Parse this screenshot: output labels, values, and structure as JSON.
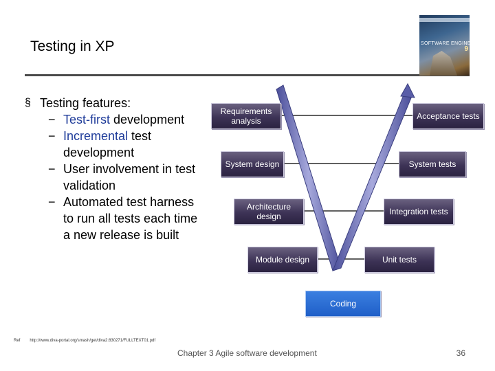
{
  "slide": {
    "title": "Testing in XP",
    "bullet_main": "Testing features:",
    "sub_bullets": {
      "b1_hl": "Test-first",
      "b1_rest": " development",
      "b2_hl": "Incremental",
      "b2_rest": " test development",
      "b3": "User involvement in test validation",
      "b4": "Automated test harness to run all tests each time a new release is built"
    },
    "colors": {
      "highlight": "#1f3c9a",
      "box_dark": "#3d3356",
      "coding_blue": "#1f5fc8",
      "title_rule": "#4a4a4a"
    }
  },
  "book_cover": {
    "title": "SOFTWARE ENGINEERING",
    "edition": "9"
  },
  "v_model": {
    "left": [
      "Requirements analysis",
      "System design",
      "Architecture design",
      "Module design"
    ],
    "right": [
      "Acceptance tests",
      "System tests",
      "Integration tests",
      "Unit tests"
    ],
    "bottom": "Coding"
  },
  "footer": {
    "ref_label": "Ref",
    "ref_url": "http://www.diva-portal.org/smash/get/diva2:830271/FULLTEXT01.pdf",
    "chapter": "Chapter 3 Agile software development",
    "page": "36"
  }
}
